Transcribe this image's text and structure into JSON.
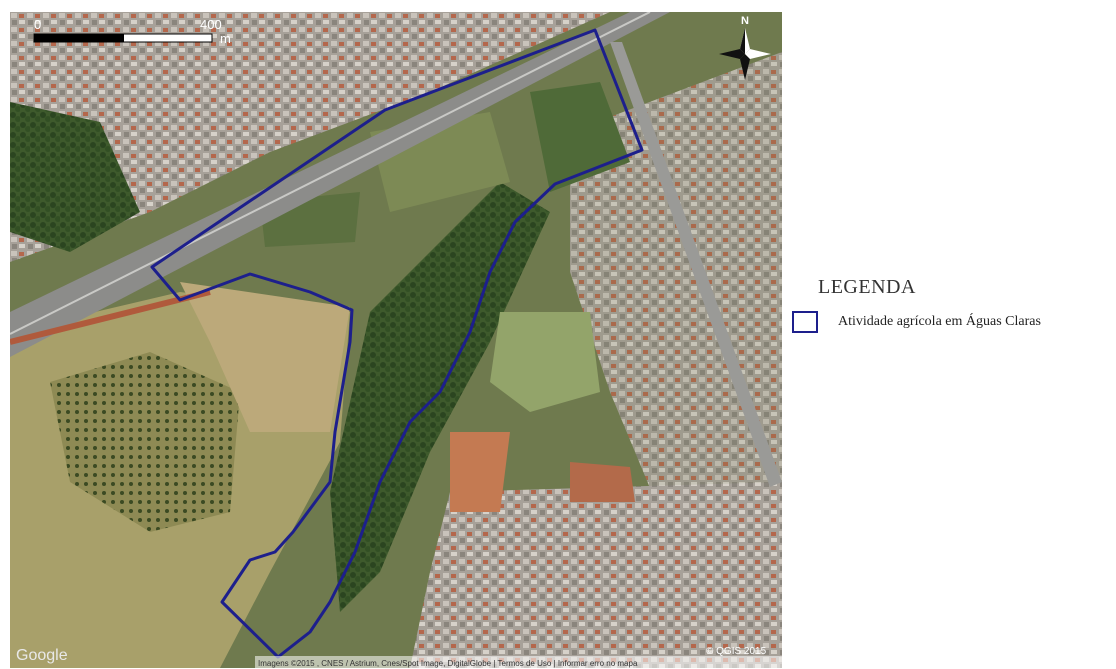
{
  "scale_bar": {
    "start_label": "0",
    "end_label": "400",
    "unit_label": "m"
  },
  "north_arrow": {
    "label": "N"
  },
  "map": {
    "logo_text": "Google",
    "attribution": "Imagens ©2015 , CNES / Astrium, Cnes/Spot Image, DigitalGlobe | Termos de Uso | Informar erro no mapa",
    "copyright": "© QGIS 2015"
  },
  "legend": {
    "title": "LEGENDA",
    "items": [
      {
        "label": "Atividade agrícola  em Águas Claras",
        "color": "#1d1f8c"
      }
    ]
  },
  "colors": {
    "boundary": "#1d1f8c",
    "vegetation_dark": "#2c4a22",
    "field_dry": "#b6a574",
    "urban": "#9d968e"
  }
}
